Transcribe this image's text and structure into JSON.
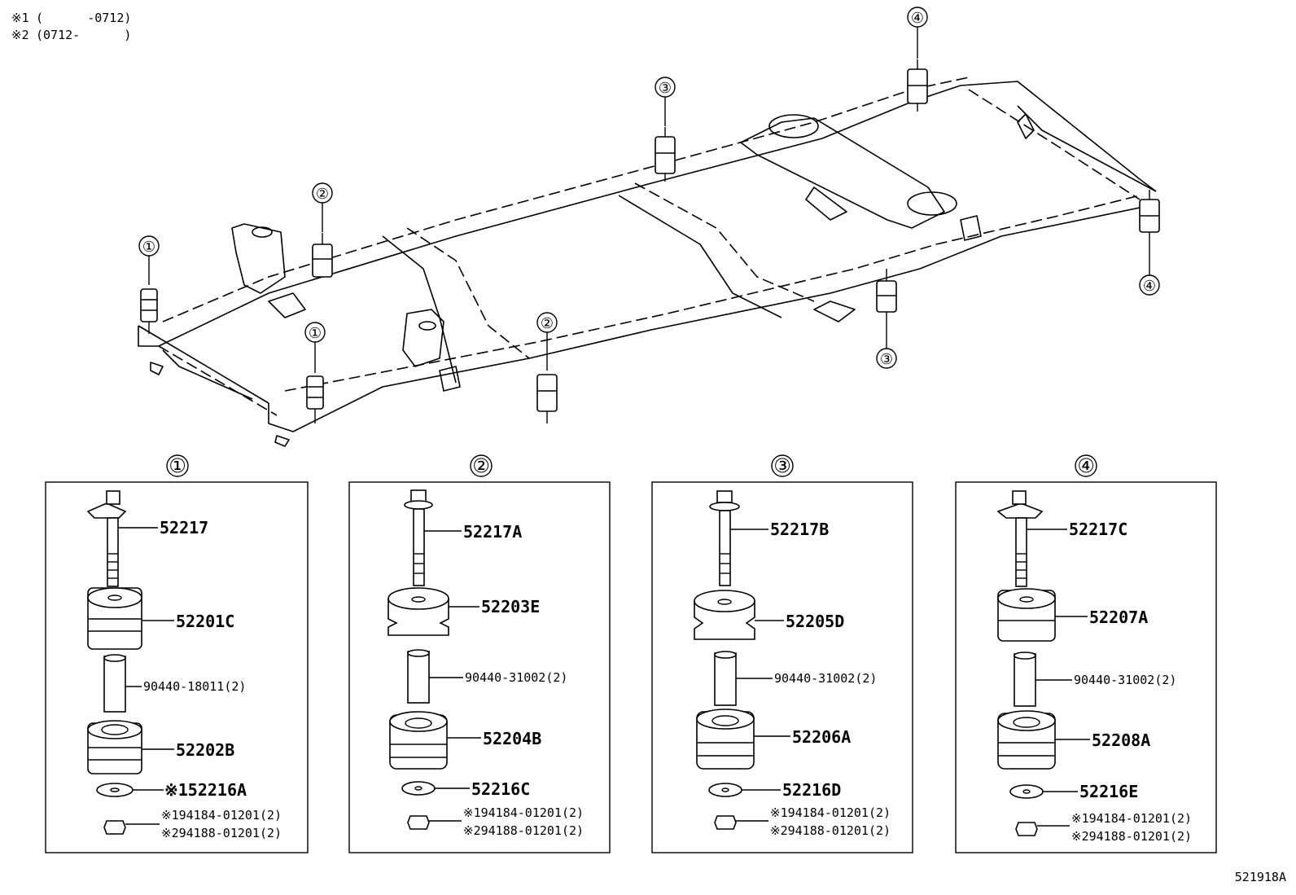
{
  "notes": [
    {
      "mark": "※1",
      "text": "(      -0712)"
    },
    {
      "mark": "※2",
      "text": "(0712-      )"
    }
  ],
  "figure_code": "521918A",
  "locations": [
    "①",
    "②",
    "③",
    "④"
  ],
  "panels": [
    {
      "marker": "①",
      "bolt": "52217",
      "upper_cushion": "52201C",
      "collar": "90440-18011(2)",
      "lower_cushion": "52202B",
      "washer": "※152216A",
      "nut1": "※194184-01201(2)",
      "nut2": "※294188-01201(2)"
    },
    {
      "marker": "②",
      "bolt": "52217A",
      "upper_cushion": "52203E",
      "collar": "90440-31002(2)",
      "lower_cushion": "52204B",
      "washer": "52216C",
      "nut1": "※194184-01201(2)",
      "nut2": "※294188-01201(2)"
    },
    {
      "marker": "③",
      "bolt": "52217B",
      "upper_cushion": "52205D",
      "collar": "90440-31002(2)",
      "lower_cushion": "52206A",
      "washer": "52216D",
      "nut1": "※194184-01201(2)",
      "nut2": "※294188-01201(2)"
    },
    {
      "marker": "④",
      "bolt": "52217C",
      "upper_cushion": "52207A",
      "collar": "90440-31002(2)",
      "lower_cushion": "52208A",
      "washer": "52216E",
      "nut1": "※194184-01201(2)",
      "nut2": "※294188-01201(2)"
    }
  ]
}
